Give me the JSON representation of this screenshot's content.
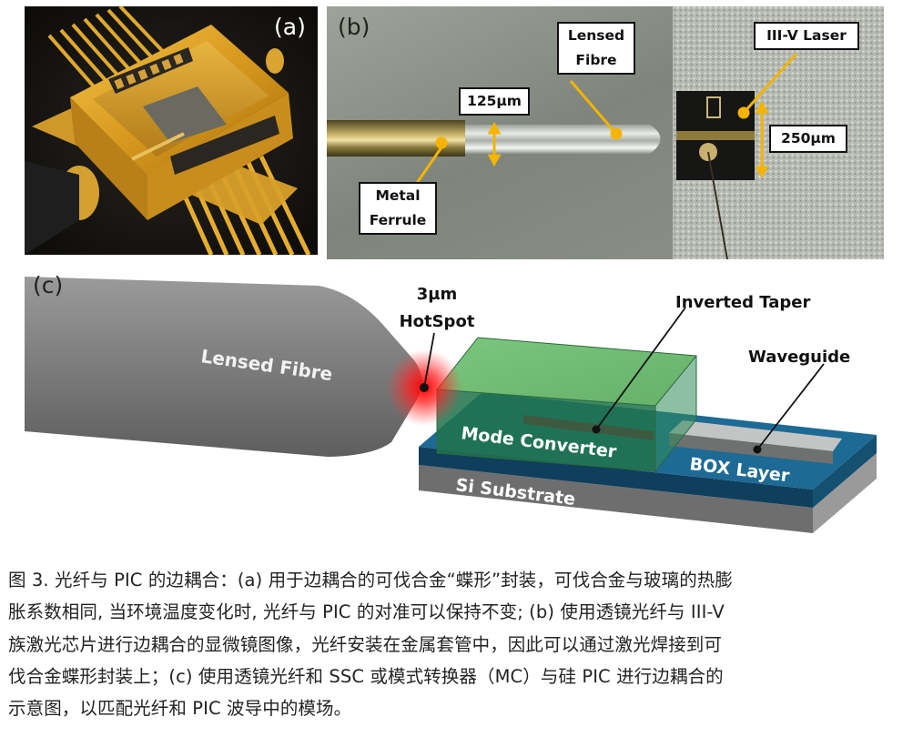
{
  "figure": {
    "panel_a": {
      "label": "(a)",
      "description": "gold kovar butterfly package photograph"
    },
    "panel_b": {
      "label": "(b)",
      "callouts": {
        "lensed_fibre": [
          "Lensed",
          "Fibre"
        ],
        "iii_v_laser": "III-V Laser",
        "dim_125": "125µm",
        "dim_250": "250µm",
        "metal_ferrule": [
          "Metal",
          "Ferrule"
        ]
      },
      "accent_color": "#f4b400"
    },
    "panel_c": {
      "label": "(c)",
      "labels": {
        "lensed_fibre": "Lensed Fibre",
        "hotspot_line1": "3µm",
        "hotspot_line2": "HotSpot",
        "inverted_taper": "Inverted Taper",
        "waveguide": "Waveguide",
        "mode_converter": "Mode Converter",
        "box_layer": "BOX Layer",
        "si_substrate": "Si Substrate"
      },
      "colors": {
        "fibre": "#7a7a7a",
        "hotspot": "#ff1a1a",
        "mode_converter": "#4caf50",
        "box_layer": "#1d6a94",
        "substrate": "#6e6e6e",
        "waveguide": "#bfc0c0"
      }
    }
  },
  "caption": {
    "lines": [
      "图 3. 光纤与 PIC 的边耦合：(a) 用于边耦合的可伐合金“蝶形”封装，可伐合金与玻璃的热膨",
      "胀系数相同, 当环境温度变化时, 光纤与 PIC 的对准可以保持不变; (b) 使用透镜光纤与 III-V",
      "族激光芯片进行边耦合的显微镜图像，光纤安装在金属套管中，因此可以通过激光焊接到可",
      "伐合金蝶形封装上；(c) 使用透镜光纤和 SSC 或模式转换器（MC）与硅 PIC 进行边耦合的",
      "示意图，以匹配光纤和 PIC 波导中的模场。"
    ]
  }
}
